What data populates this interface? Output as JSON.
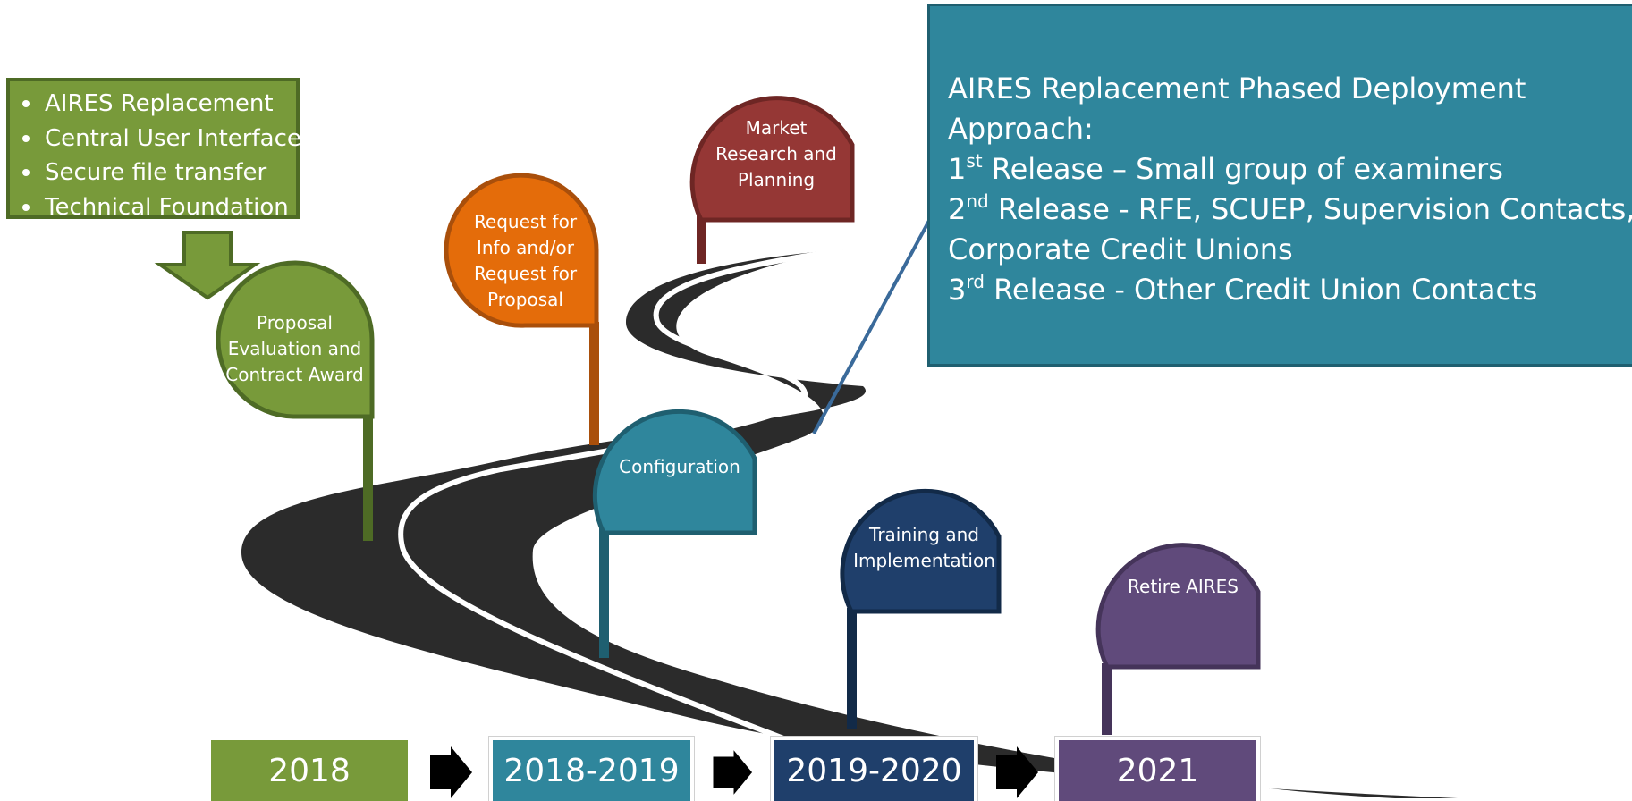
{
  "colors": {
    "green": "#789a3a",
    "orange": "#e46c0a",
    "maroon": "#953735",
    "teal": "#2f869c",
    "navy": "#1f3f6b",
    "purple": "#604a7b",
    "road": "#2b2b2b"
  },
  "scope_box": {
    "items": [
      "AIRES Replacement",
      "Central User Interface",
      "Secure file transfer",
      "Technical Foundation"
    ]
  },
  "callout": {
    "title_line1": "AIRES Replacement Phased Deployment",
    "title_line2": "Approach:",
    "release1": {
      "num": "1",
      "suffix": "st",
      "text": " Release – Small group of examiners"
    },
    "release2": {
      "num": "2",
      "suffix": "nd",
      "text": " Release - RFE, SCUEP, Supervision Contacts,",
      "continuation": "Corporate Credit Unions"
    },
    "release3": {
      "num": "3",
      "suffix": "rd",
      "text": " Release - Other Credit Union Contacts"
    }
  },
  "milestones": {
    "proposal": "Proposal Evaluation and Contract Award",
    "request": "Request for Info and/or Request for Proposal",
    "market": "Market Research and Planning",
    "configuration": "Configuration",
    "training": "Training and Implementation",
    "retire": "Retire AIRES"
  },
  "years": [
    "2018",
    "2018-2019",
    "2019-2020",
    "2021"
  ]
}
